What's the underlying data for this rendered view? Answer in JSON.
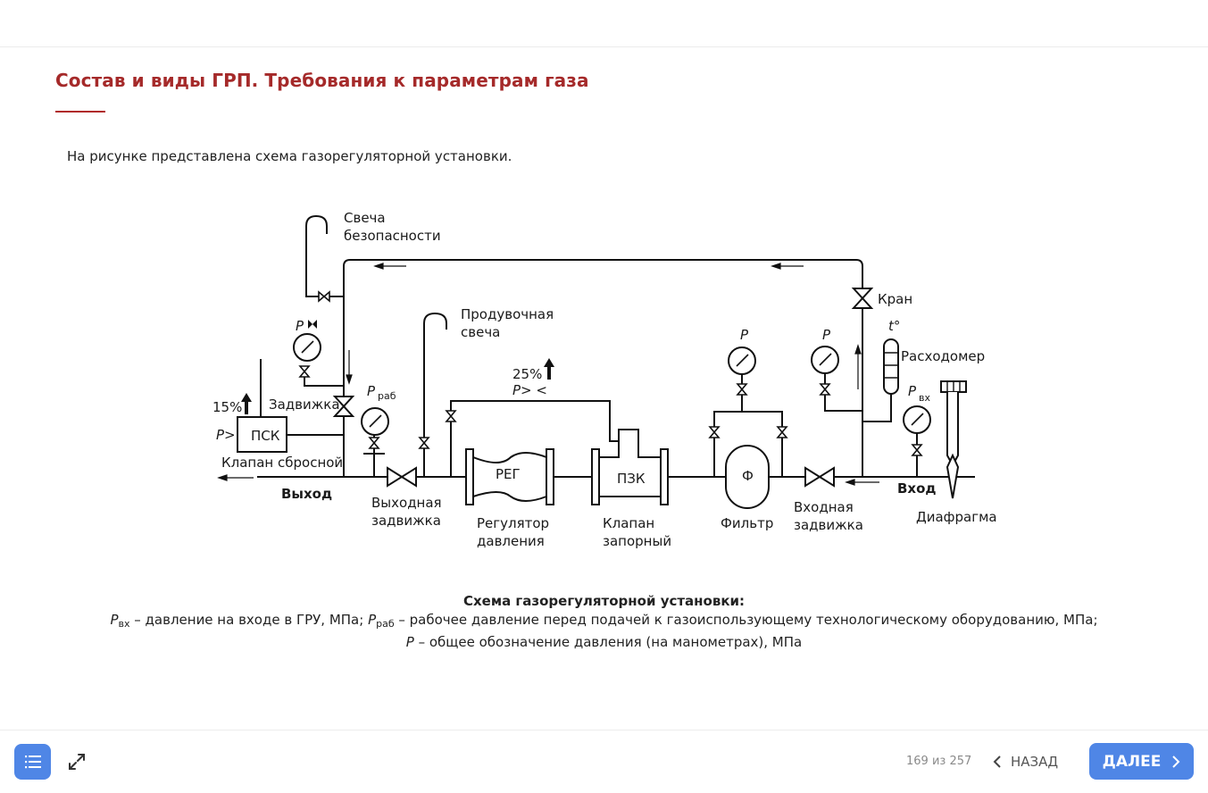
{
  "page": {
    "title": "Состав и виды ГРП. Требования к параметрам газа",
    "intro": "На рисунке представлена схема газорегуляторной установки."
  },
  "diagram": {
    "svecha_bezopasnosti_1": "Свеча",
    "svecha_bezopasnosti_2": "безопасности",
    "produvochnaya_1": "Продувочная",
    "produvochnaya_2": "свеча",
    "kran": "Кран",
    "t_symbol": "t°",
    "raskhodomer": "Расходомер",
    "p": "P",
    "p_rab_sub": "раб",
    "p_vkh_sub": "вх",
    "pct_25": "25%",
    "p_gt_lt": "P> <",
    "pct_15": "15%",
    "zadvizhka": "Задвижка",
    "p_gt": "P>",
    "psk": "ПСК",
    "klapan_sbrosnoy": "Клапан сбросной",
    "vykhod": "Выход",
    "vkhod": "Вход",
    "reg": "РЕГ",
    "pzk": "ПЗК",
    "f": "Ф",
    "vykhodnaya_1": "Выходная",
    "vykhodnaya_2": "задвижка",
    "regulyator_1": "Регулятор",
    "regulyator_2": "давления",
    "klapan_1": "Клапан",
    "klapan_2": "запорный",
    "filtr": "Фильтр",
    "vkhodnaya_1": "Входная",
    "vkhodnaya_2": "задвижка",
    "diafragma": "Диафрагма"
  },
  "caption": {
    "title": "Схема газорегуляторной установки:",
    "p_vkh_sym": "P",
    "p_vkh_sub": "вх",
    "p_vkh_text": " – давление на входе в ГРУ, МПа; ",
    "p_rab_sym": "P",
    "p_rab_sub": "раб",
    "p_rab_text": " – рабочее давление перед подачей к газоиспользующему технологическому оборудованию, МПа;",
    "p_sym": "P",
    "p_text": " – общее обозначение давления (на манометрах), МПа"
  },
  "footer": {
    "page_counter": "169 из 257",
    "back_label": "НАЗАД",
    "next_label": "ДАЛЕЕ"
  },
  "colors": {
    "title": "#a52a2a",
    "accent": "#4f86e6"
  }
}
